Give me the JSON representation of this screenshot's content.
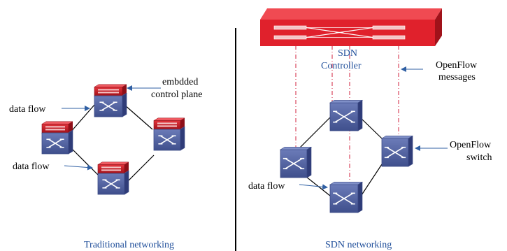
{
  "colors": {
    "switch_blue": "#5a6aa8",
    "switch_dark": "#3b4a86",
    "control_red": "#cc1f2a",
    "control_dark": "#8e0f18",
    "controller_red": "#e0212c",
    "link_line": "#000000",
    "openflow_line": "#d0223c",
    "annotation_arrow": "#2f5fa3",
    "caption_blue": "#1f4e9a"
  },
  "traditional": {
    "caption": "Traditional networking",
    "labels": {
      "embdded": "embdded",
      "control_plane": "control plane",
      "data_flow_top": "data flow",
      "data_flow_bottom": "data flow"
    }
  },
  "sdn": {
    "caption": "SDN networking",
    "controller_line1": "SDN",
    "controller_line2": "Controller",
    "labels": {
      "openflow_messages_1": "OpenFlow",
      "openflow_messages_2": "messages",
      "openflow_switch_1": "OpenFlow",
      "openflow_switch_2": "switch",
      "data_flow": "data flow"
    }
  },
  "icons": {
    "switch": "network-switch-icon",
    "control_plane": "control-plane-icon",
    "controller": "sdn-controller-icon"
  }
}
